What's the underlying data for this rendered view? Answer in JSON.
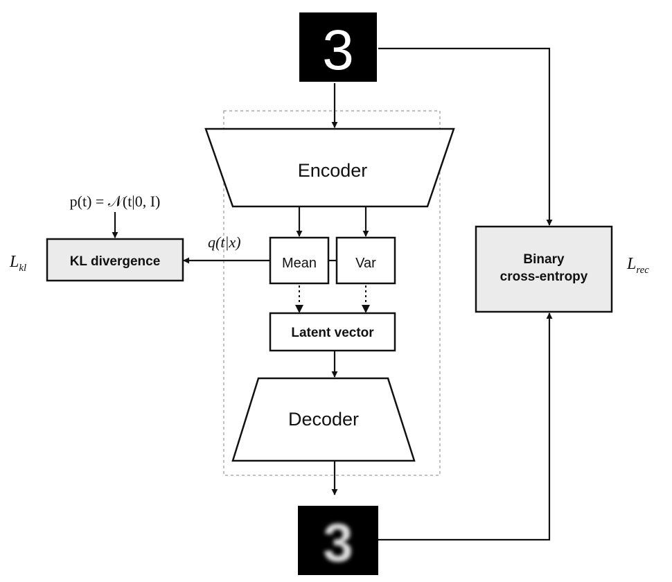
{
  "input_digit": "3",
  "output_digit": "3",
  "encoder_label": "Encoder",
  "decoder_label": "Decoder",
  "mean_label": "Mean",
  "var_label": "Var",
  "latent_label": "Latent vector",
  "kl_label": "KL divergence",
  "bce_label_line1": "Binary",
  "bce_label_line2": "cross-entropy",
  "prior_equation": "p(t) = 𝒩(t|0, I)",
  "posterior_label": "q(t|x)",
  "loss_kl": "L",
  "loss_kl_subscript": "kl",
  "loss_rec": "L",
  "loss_rec_subscript": "rec",
  "colors": {
    "box_fill": "#ebebeb",
    "line": "#111111",
    "image_bg": "#000000"
  }
}
